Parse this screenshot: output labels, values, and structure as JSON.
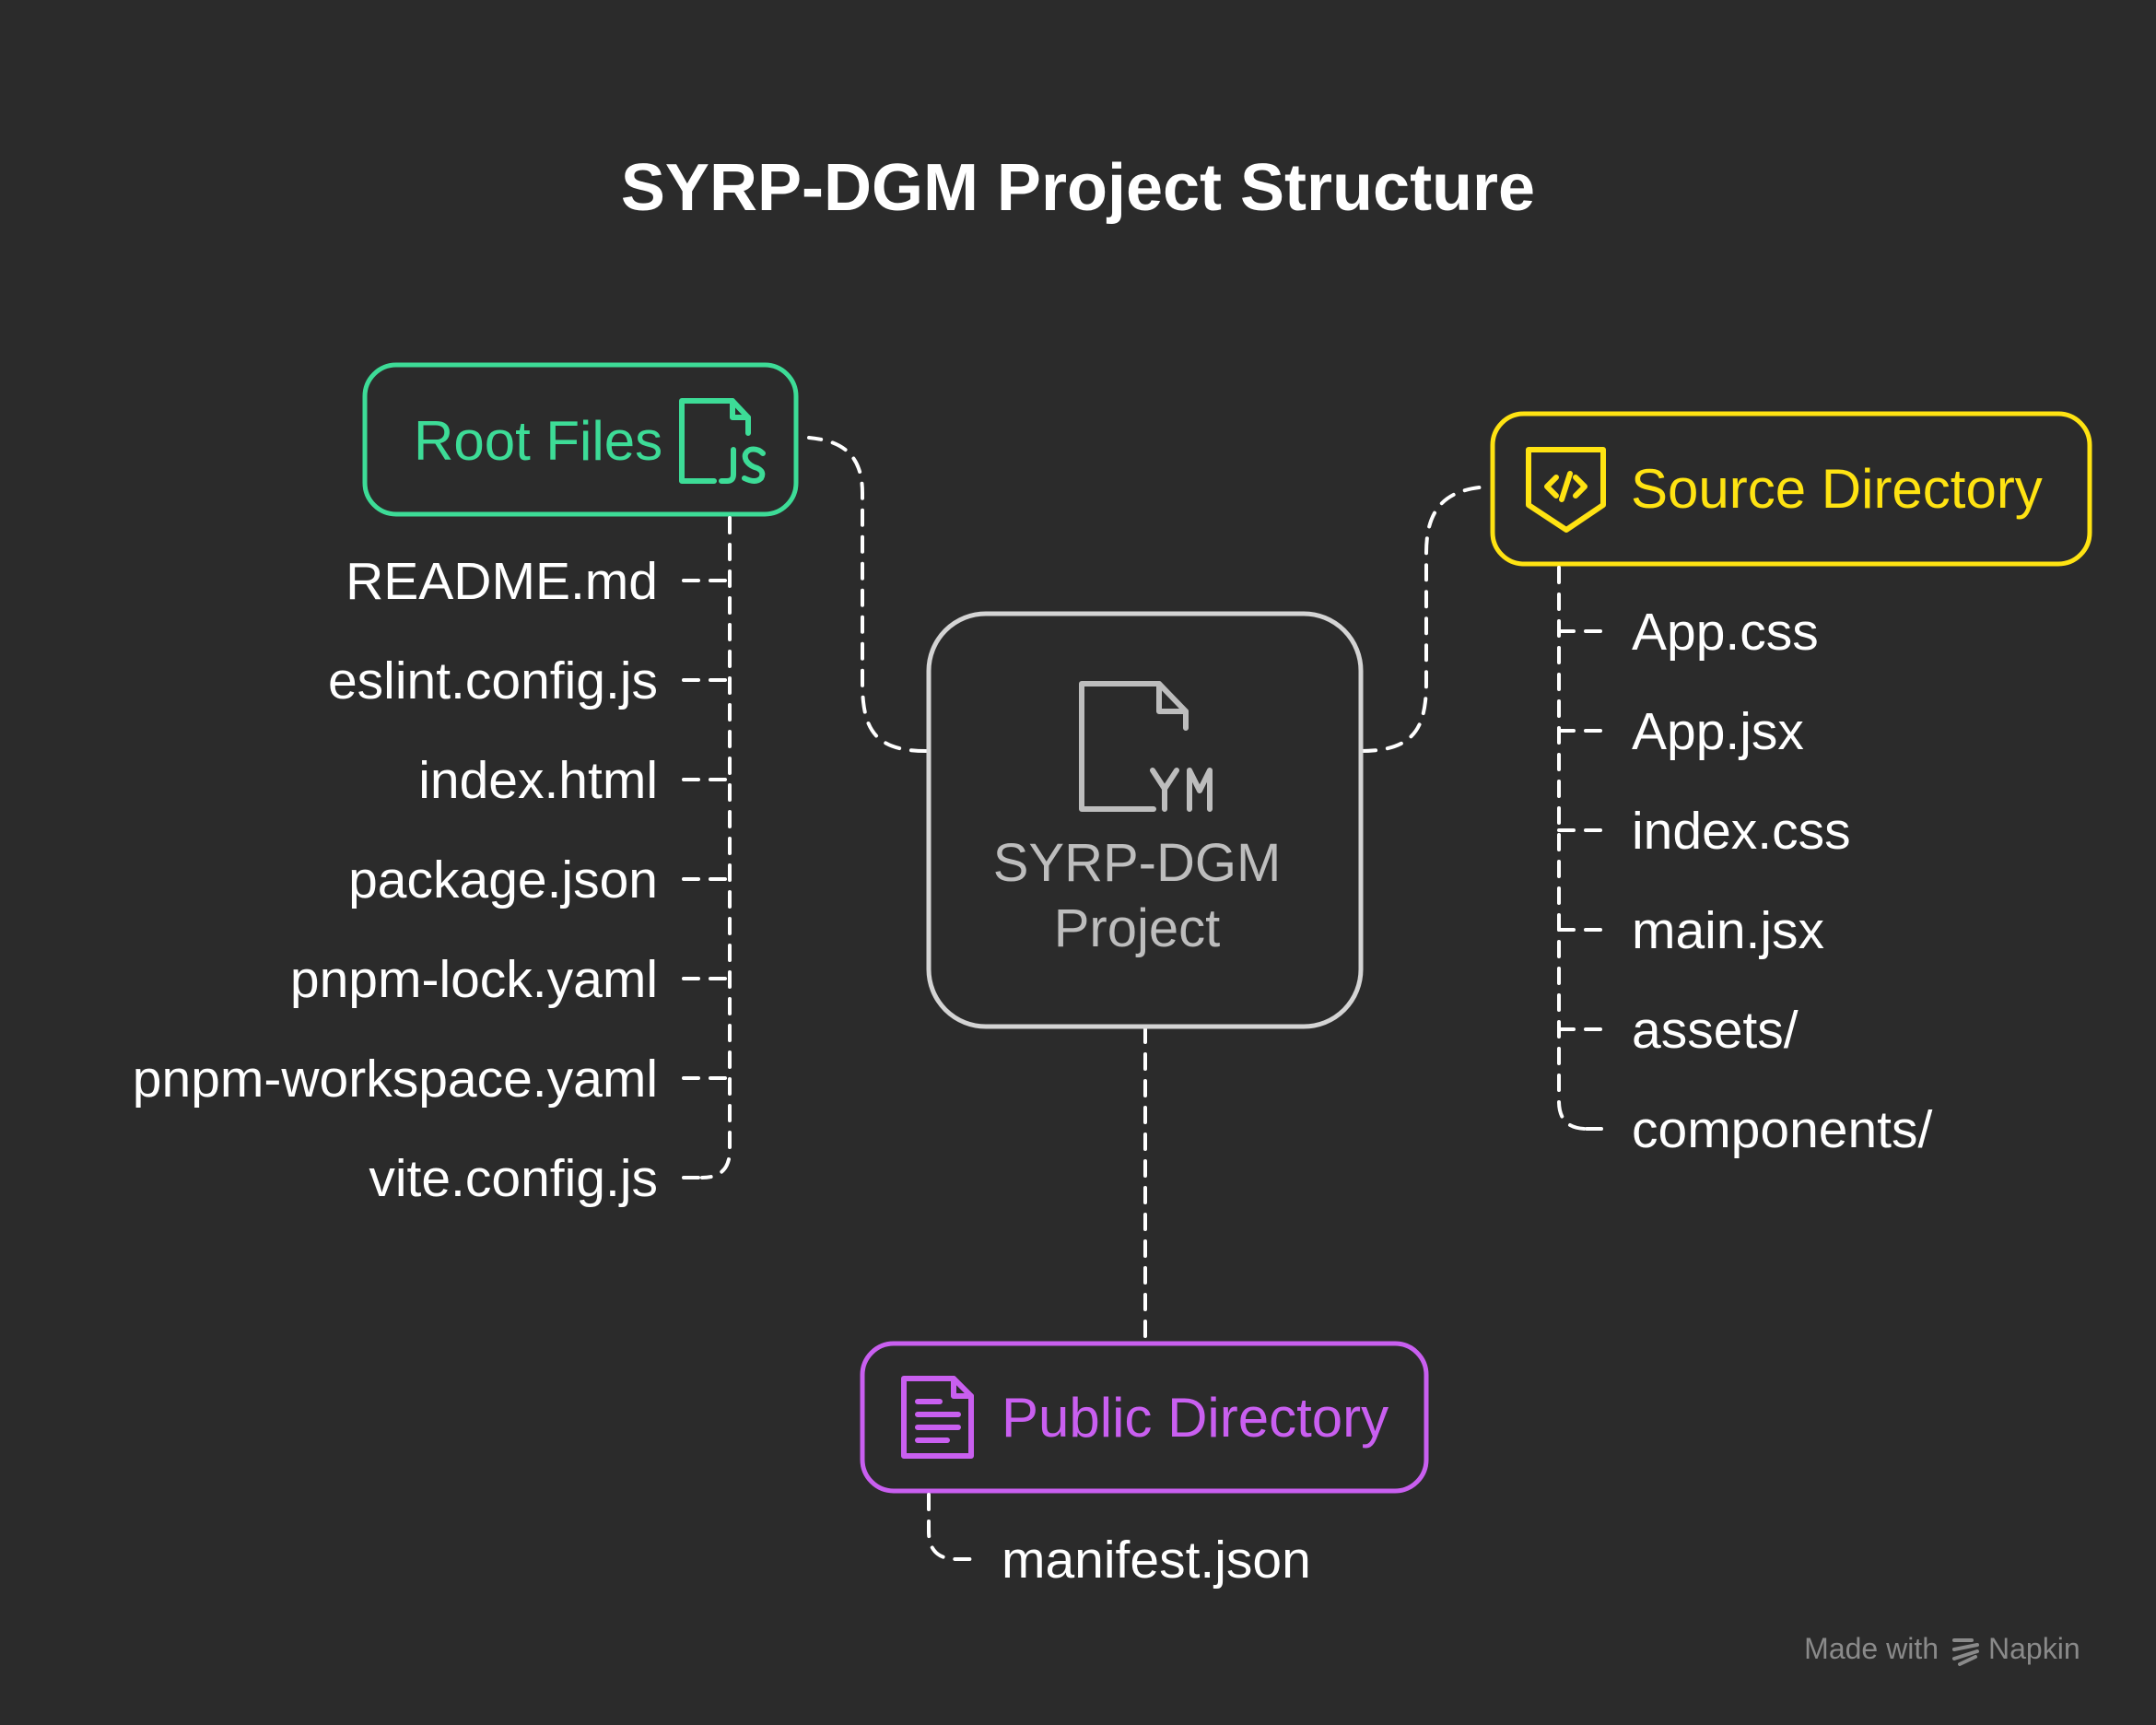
{
  "title": "SYRP-DGM Project Structure",
  "center": {
    "label_lines": [
      "SYRP-DGM",
      "Project"
    ],
    "icon": "yaml-file-icon",
    "color": "#d4d4d4"
  },
  "root": {
    "label": "Root Files",
    "icon": "js-file-icon",
    "color": "#3ddc97",
    "items": [
      "README.md",
      "eslint.config.js",
      "index.html",
      "package.json",
      "pnpm-lock.yaml",
      "pnpm-workspace.yaml",
      "vite.config.js"
    ]
  },
  "source": {
    "label": "Source Directory",
    "icon": "code-shield-icon",
    "color": "#ffe312",
    "items": [
      "App.css",
      "App.jsx",
      "index.css",
      "main.jsx",
      "assets/",
      "components/"
    ]
  },
  "public": {
    "label": "Public Directory",
    "icon": "document-icon",
    "color": "#c95ff0",
    "items": [
      "manifest.json"
    ]
  },
  "footer": {
    "text": "Made with",
    "brand": "Napkin",
    "icon": "napkin-logo-icon"
  }
}
